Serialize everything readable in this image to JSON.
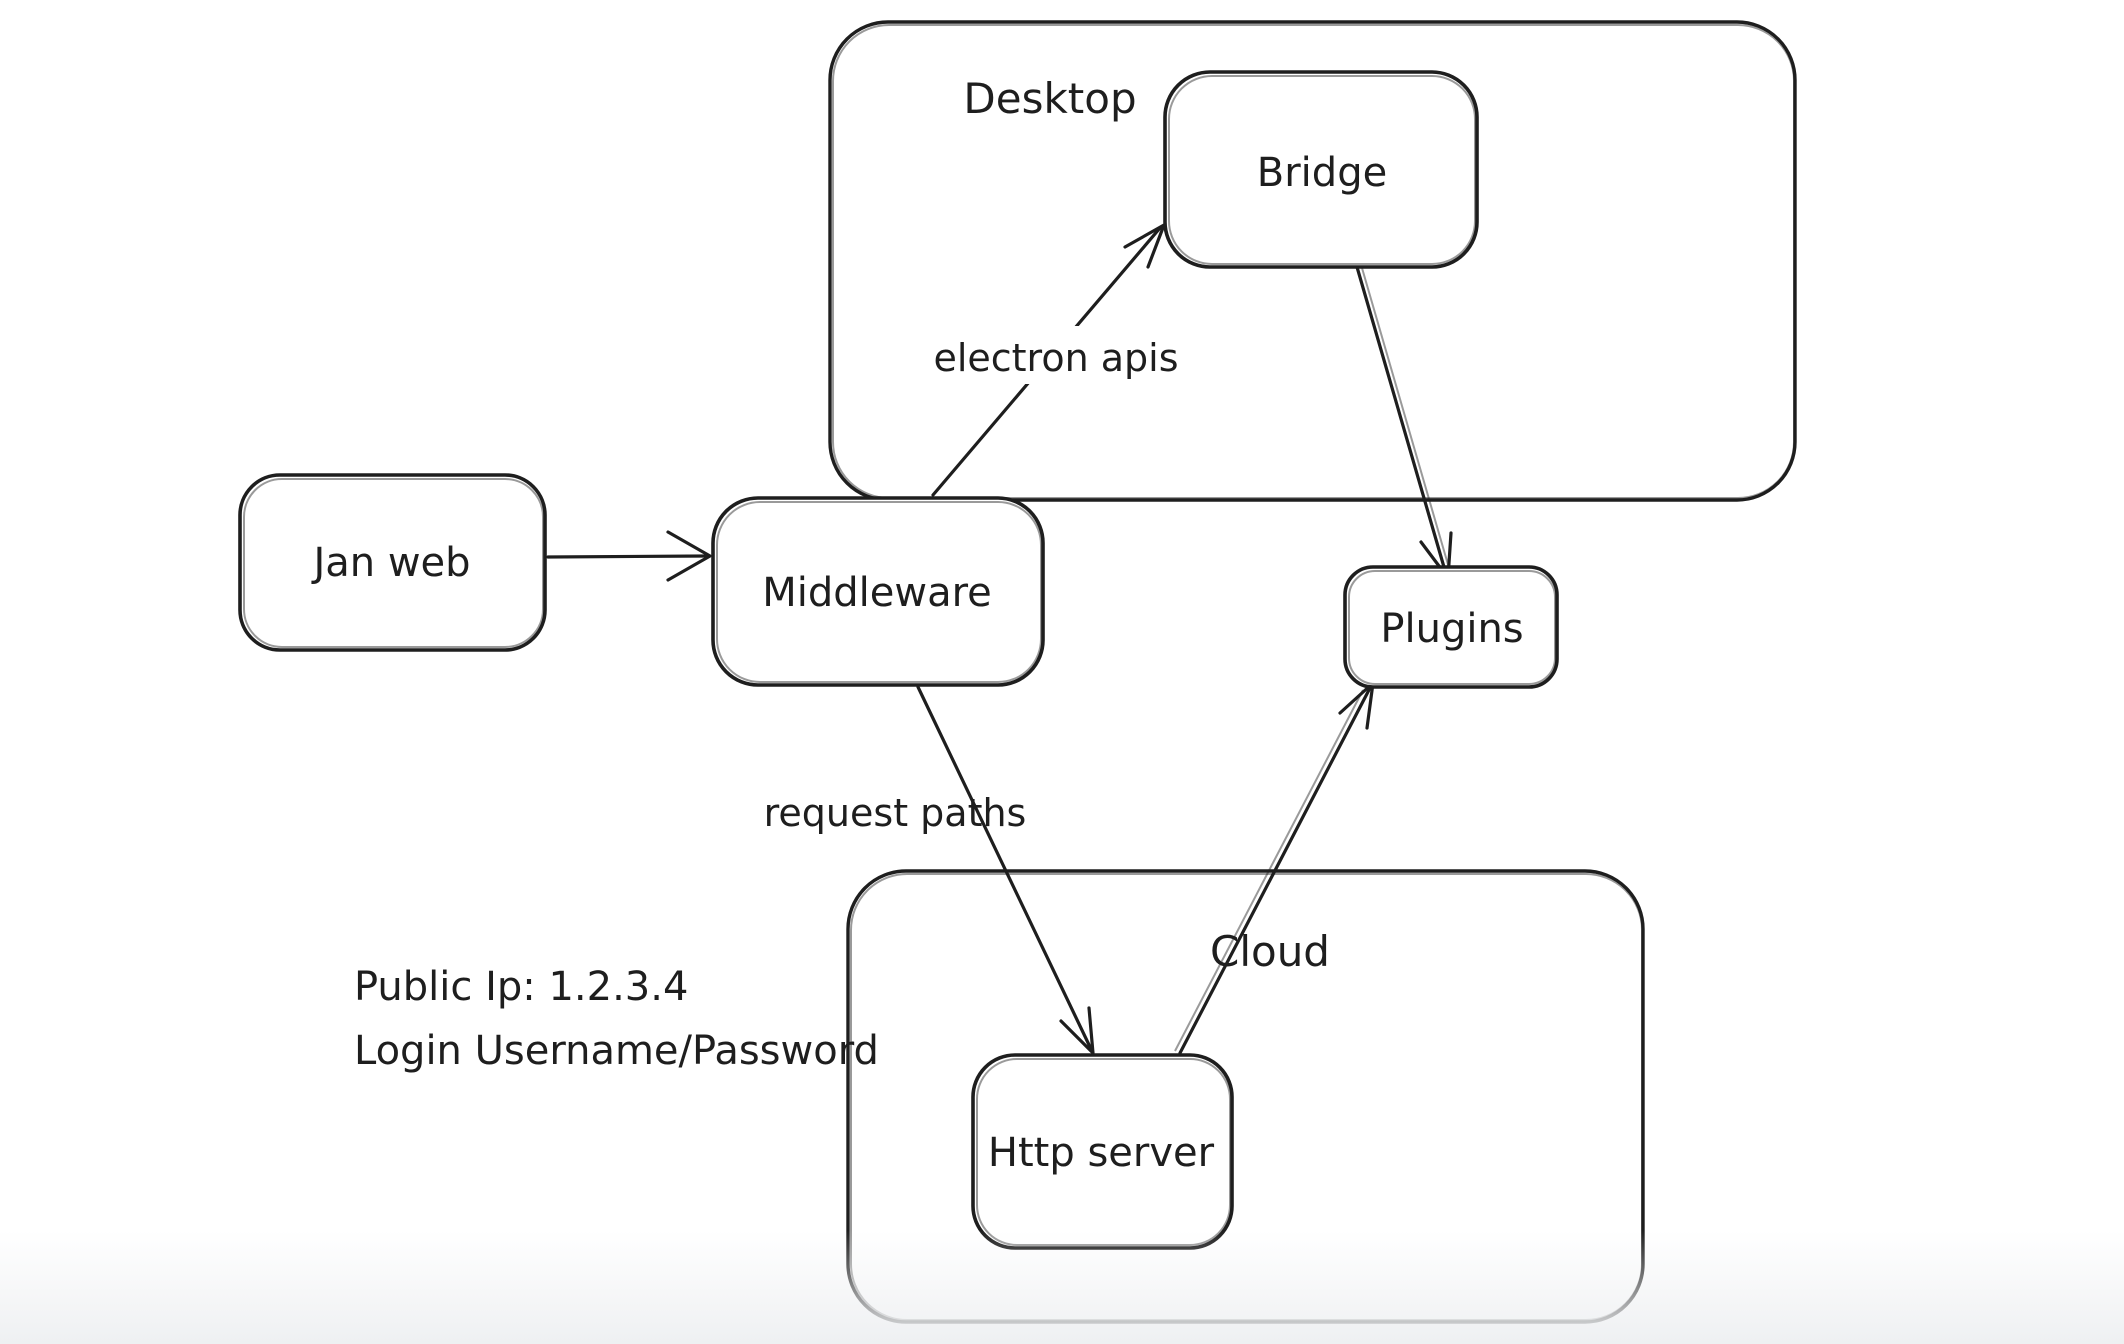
{
  "diagram": {
    "colors": {
      "background": "#ffffff",
      "stroke": "#1e1e1e",
      "text": "#1e1e1e",
      "bottom_fade": "#f0f1f3"
    },
    "containers": [
      {
        "id": "desktop",
        "label": "Desktop"
      },
      {
        "id": "cloud",
        "label": "Cloud"
      }
    ],
    "nodes": [
      {
        "id": "jan-web",
        "label": "Jan web"
      },
      {
        "id": "middleware",
        "label": "Middleware"
      },
      {
        "id": "bridge",
        "label": "Bridge"
      },
      {
        "id": "plugins",
        "label": "Plugins"
      },
      {
        "id": "http-server",
        "label": "Http server"
      }
    ],
    "edges": [
      {
        "from": "Jan web",
        "to": "Middleware",
        "label": ""
      },
      {
        "from": "Middleware",
        "to": "Bridge",
        "label": "electron apis"
      },
      {
        "from": "Bridge",
        "to": "Plugins",
        "label": ""
      },
      {
        "from": "Middleware",
        "to": "Http server",
        "label": "request paths"
      },
      {
        "from": "Http server",
        "to": "Plugins",
        "label": ""
      }
    ],
    "annotations": [
      {
        "text": "Public Ip: 1.2.3.4"
      },
      {
        "text": "Login Username/Password"
      }
    ]
  }
}
